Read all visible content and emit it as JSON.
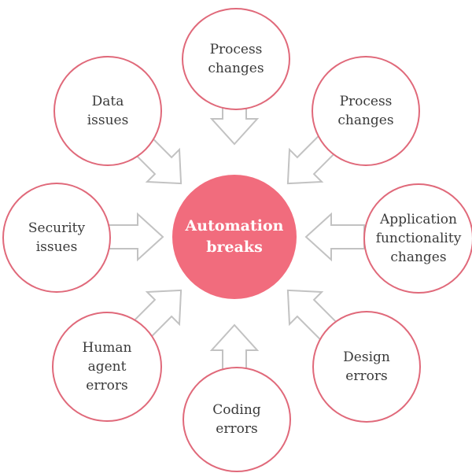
{
  "diagram": {
    "center": {
      "label": "Automation\nbreaks",
      "fill": "#f16c7d"
    },
    "nodes": [
      {
        "id": "top",
        "label": "Process\nchanges"
      },
      {
        "id": "top-right",
        "label": "Process\nchanges"
      },
      {
        "id": "right",
        "label": "Application\nfunctionality\nchanges"
      },
      {
        "id": "bottom-right",
        "label": "Design\nerrors"
      },
      {
        "id": "bottom",
        "label": "Coding\nerrors"
      },
      {
        "id": "bottom-left",
        "label": "Human\nagent\nerrors"
      },
      {
        "id": "left",
        "label": "Security\nissues"
      },
      {
        "id": "top-left",
        "label": "Data\nissues"
      }
    ],
    "colors": {
      "node_border": "#e0697a",
      "arrow_outline": "#c2c2c2",
      "text": "#3a3a3a"
    }
  }
}
